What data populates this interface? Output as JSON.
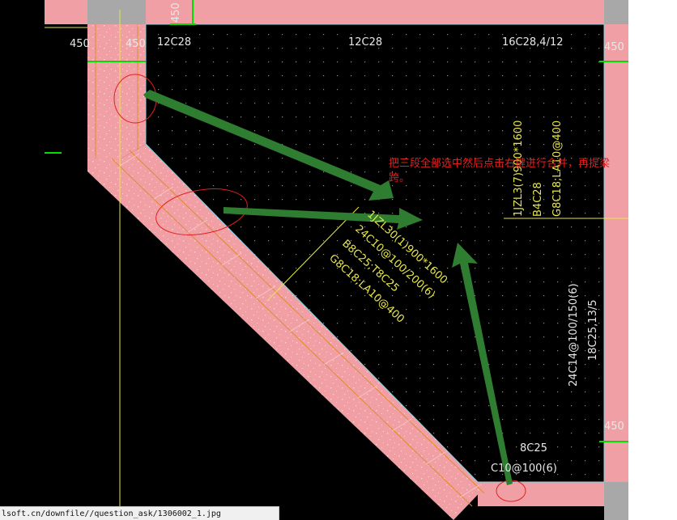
{
  "drawing": {
    "dims": {
      "top_vertical": "450",
      "left_a": "450",
      "left_b": "450",
      "right_top": "450",
      "right_bottom": "450"
    },
    "top_rebar": {
      "left": "12C28",
      "middle": "12C28",
      "right": "16C28,4/12"
    },
    "right_beam": {
      "name": "1JZL3(7)900*1600",
      "bottom": "B4C28",
      "side": "G8C18;LA10@400"
    },
    "diagonal_beam": {
      "name": "1JZL30(1)900*1600",
      "stirrup": "24C10@100/200(6)",
      "reinforcement": "B8C25;T8C25",
      "side": "G8C18;LA10@400"
    },
    "right_vertical": {
      "stirrup": "24C14@100/150(6)",
      "reinforcement": "18C25,13/5"
    },
    "bottom_beam": {
      "rebar": "8C25",
      "stirrup": "C10@100(6)"
    },
    "annotation": {
      "line1": "把三段全部选中然后点击右键进行合并，再提梁",
      "line2": "跨。"
    },
    "colors": {
      "background": "#000000",
      "beam_fill": "#f0a0a4",
      "annotation_red": "#e02020",
      "arrow_green": "#2f7d30",
      "dimension_green": "#00dd00",
      "label_yellow": "#e6e64a"
    }
  },
  "statusbar": {
    "url": "lsoft.cn/downfile//question_ask/1306002_1.jpg"
  }
}
